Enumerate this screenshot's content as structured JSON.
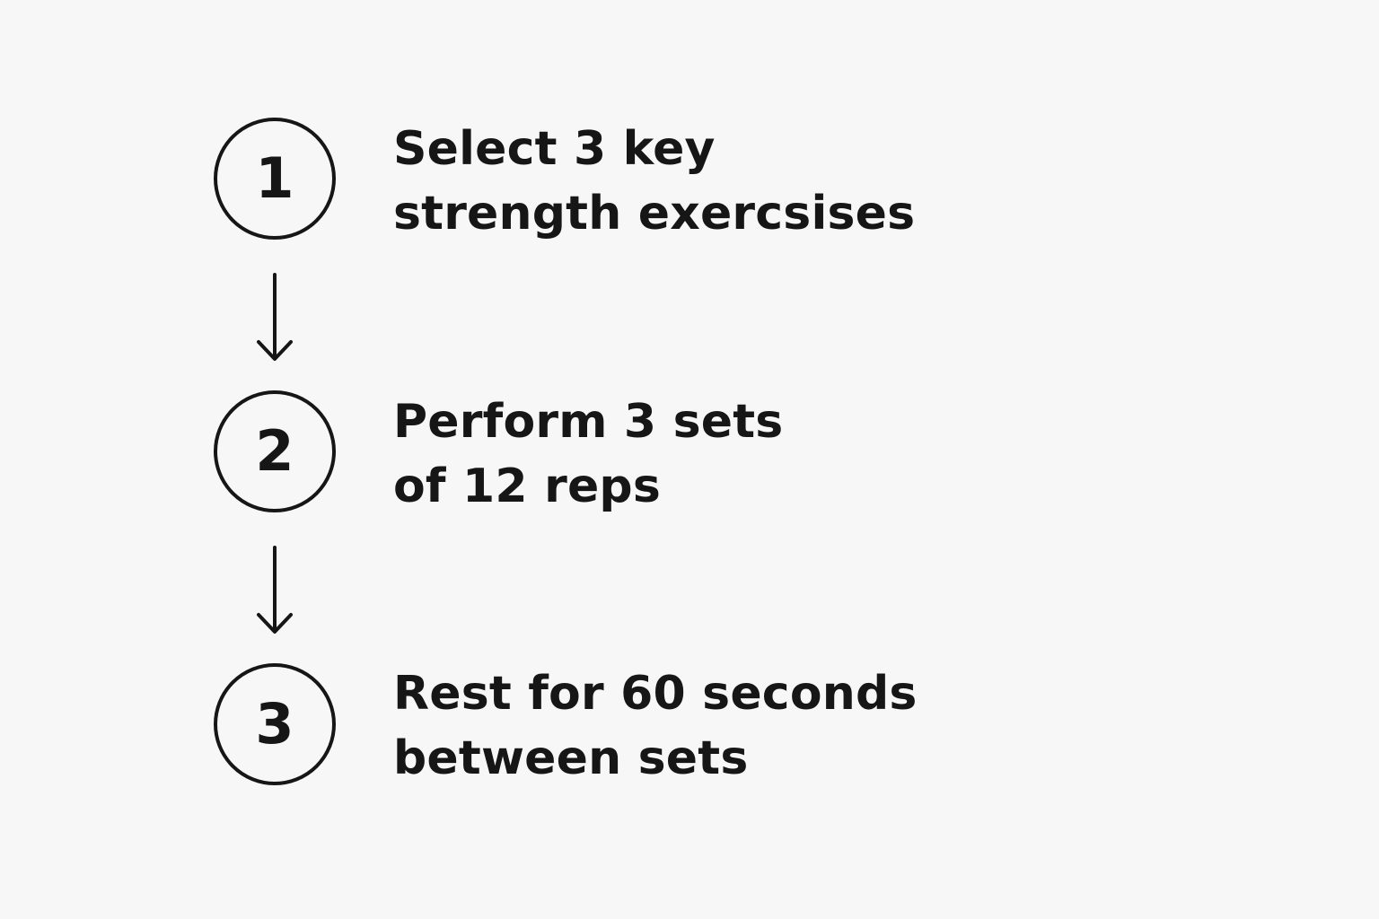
{
  "steps": [
    {
      "number": "1",
      "line1": "Select 3 key",
      "line2": "strength exercsises"
    },
    {
      "number": "2",
      "line1": "Perform 3 sets",
      "line2": "of 12 reps"
    },
    {
      "number": "3",
      "line1": "Rest for 60 seconds",
      "line2": "between sets"
    }
  ],
  "colors": {
    "background": "#f7f7f7",
    "ink": "#161616"
  },
  "icons": {
    "connector": "arrow-down-icon"
  }
}
